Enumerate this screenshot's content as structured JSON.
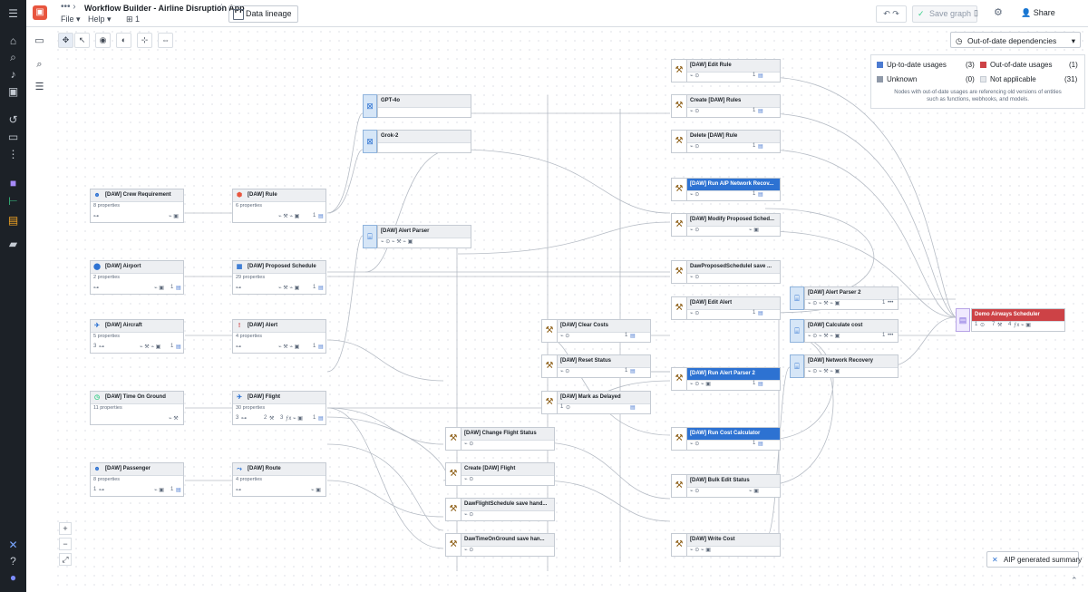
{
  "app": {
    "title": "Workflow Builder - Airline Disruption App",
    "menu_file": "File",
    "menu_help": "Help",
    "menu_count": "1",
    "data_lineage": "Data lineage",
    "save_graph": "Save graph",
    "share": "Share"
  },
  "canvas": {
    "dependency_select": "Out-of-date dependencies",
    "aip_summary": "AIP generated summary"
  },
  "legend": {
    "up_to_date": "Up-to-date usages",
    "up_to_date_count": "(3)",
    "out_of_date": "Out-of-date usages",
    "out_of_date_count": "(1)",
    "unknown": "Unknown",
    "unknown_count": "(0)",
    "not_applicable": "Not applicable",
    "not_applicable_count": "(31)",
    "note_line1": "Nodes with out-of-date usages are referencing old versions of entities",
    "note_line2": "such as functions, webhooks, and models.",
    "colors": {
      "up_to_date": "#4c7bd1",
      "out_of_date": "#cd4246",
      "unknown": "#8f99a8",
      "not_applicable": "#e5e8eb"
    }
  },
  "object_nodes": [
    {
      "id": "crew",
      "icon": "person-icon",
      "title": "[DAW] Crew Requirement",
      "sub": "8 properties",
      "f1": "",
      "f2": ""
    },
    {
      "id": "airport",
      "icon": "pin-icon",
      "title": "[DAW] Airport",
      "sub": "2 properties",
      "f1": "",
      "f2": "1"
    },
    {
      "id": "aircraft",
      "icon": "plane-icon",
      "title": "[DAW] Aircraft",
      "sub": "5 properties",
      "f1": "3",
      "f2": "1"
    },
    {
      "id": "tog",
      "icon": "clock-icon",
      "title": "[DAW] Time On Ground",
      "sub": "11 properties",
      "f1": "",
      "f2": ""
    },
    {
      "id": "passenger",
      "icon": "person-icon",
      "title": "[DAW] Passenger",
      "sub": "8 properties",
      "f1": "1",
      "f2": "1"
    },
    {
      "id": "rule",
      "icon": "shield-icon",
      "title": "[DAW] Rule",
      "sub": "6 properties",
      "f1": "",
      "f2": "1"
    },
    {
      "id": "propsched",
      "icon": "calendar-icon",
      "title": "[DAW] Proposed Schedule",
      "sub": "29 properties",
      "f1": "",
      "f2": "1"
    },
    {
      "id": "alert",
      "icon": "alert-icon",
      "title": "[DAW] Alert",
      "sub": "4 properties",
      "f1": "",
      "f2": "1"
    },
    {
      "id": "flight",
      "icon": "flight-icon",
      "title": "[DAW] Flight",
      "sub": "30 properties",
      "f1": "3",
      "f2": "1",
      "f3": "2",
      "f4": "3"
    },
    {
      "id": "route",
      "icon": "route-icon",
      "title": "[DAW] Route",
      "sub": "4 properties",
      "f1": "",
      "f2": ""
    }
  ],
  "model_nodes": [
    {
      "id": "gpt",
      "title": "GPT-4o"
    },
    {
      "id": "grok",
      "title": "Grok-2"
    }
  ],
  "function_nodes": [
    {
      "id": "alertparser",
      "title": "[DAW] Alert Parser"
    },
    {
      "id": "alertparser2",
      "title": "[DAW] Alert Parser 2",
      "f": "1"
    },
    {
      "id": "calccost",
      "title": "[DAW] Calculate cost",
      "f": "1"
    },
    {
      "id": "netrec",
      "title": "[DAW] Network Recovery",
      "f": ""
    }
  ],
  "action_nodes": [
    {
      "id": "editrule",
      "title": "[DAW] Edit Rule",
      "f": "1"
    },
    {
      "id": "createrules",
      "title": "Create [DAW] Rules",
      "f": "1"
    },
    {
      "id": "deleterule",
      "title": "Delete [DAW] Rule",
      "f": "1"
    },
    {
      "id": "runaip",
      "title": "[DAW] Run AIP Network Recov...",
      "f": "1",
      "blue": true
    },
    {
      "id": "modprop",
      "title": "[DAW] Modify Proposed Sched...",
      "f": ""
    },
    {
      "id": "dawprop",
      "title": "DawProposedScheduleI save ...",
      "f": ""
    },
    {
      "id": "editalert",
      "title": "[DAW] Edit Alert",
      "f": "1"
    },
    {
      "id": "runalert2",
      "title": "[DAW] Run Alert Parser 2",
      "f": "1",
      "blue": true
    },
    {
      "id": "runcost",
      "title": "[DAW] Run Cost Calculator",
      "f": "1",
      "blue": true
    },
    {
      "id": "bulkedit",
      "title": "[DAW] Bulk Edit Status",
      "f": ""
    },
    {
      "id": "writecost",
      "title": "[DAW] Write Cost",
      "f": ""
    },
    {
      "id": "clearcosts",
      "title": "[DAW] Clear Costs",
      "f": "1"
    },
    {
      "id": "resetstatus",
      "title": "[DAW] Reset Status",
      "f": "1"
    },
    {
      "id": "markdelayed",
      "title": "[DAW] Mark as Delayed",
      "f": "1"
    },
    {
      "id": "changeflight",
      "title": "[DAW] Change Flight Status",
      "f": ""
    },
    {
      "id": "createflight",
      "title": "Create [DAW] Flight",
      "f": ""
    },
    {
      "id": "dawflight",
      "title": "DawFlightSchedule save hand...",
      "f": ""
    },
    {
      "id": "dawtog",
      "title": "DawTimeOnGround save han...",
      "f": ""
    }
  ],
  "app_node": {
    "title": "Demo Airways Scheduler",
    "f1": "1",
    "f2": "7",
    "f3": "4"
  }
}
